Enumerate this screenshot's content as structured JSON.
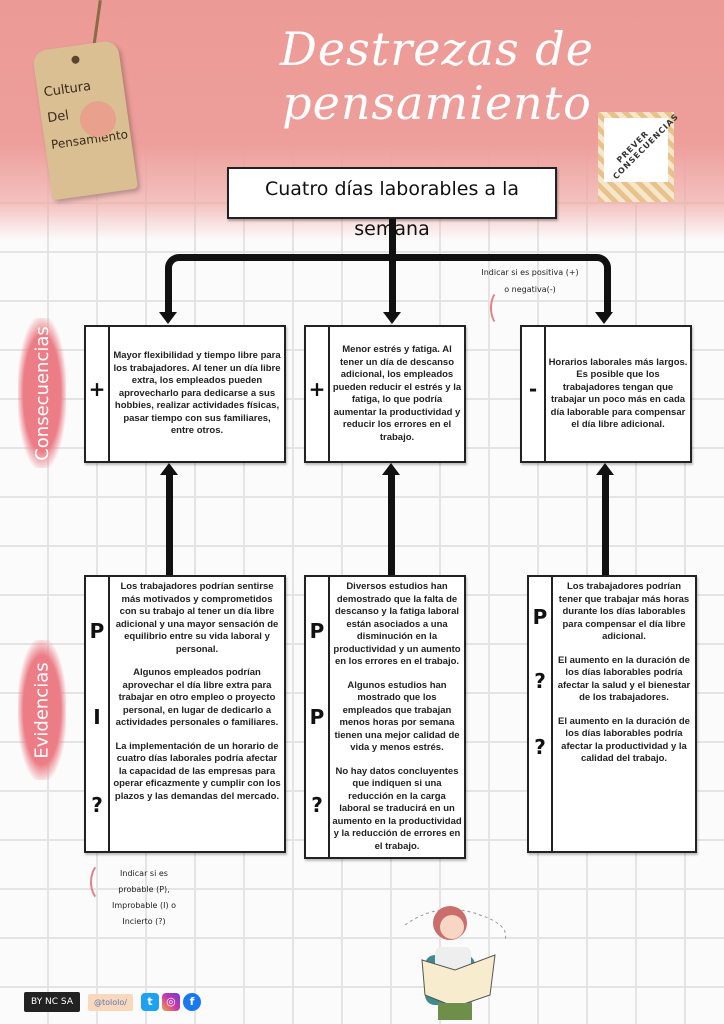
{
  "header": {
    "title": "Destrezas de pensamiento",
    "tag_lines": [
      "Cultura",
      "Del",
      "Pensamiento"
    ],
    "skill_label": "PREVER CONSECUENCIAS"
  },
  "topic": "Cuatro días laborables a la semana",
  "side_labels": {
    "consequences": "Consecuencias",
    "evidence": "Evidencias"
  },
  "notes": {
    "sign_hint": [
      "Indicar si es positiva (+)",
      "o negativa(-)"
    ],
    "probability_hint": [
      "Indicar si es",
      "probable (P),",
      "Improbable (I) o",
      "Incierto (?)"
    ]
  },
  "consequences": [
    {
      "sign": "+",
      "text": "Mayor flexibilidad y tiempo libre para los trabajadores. Al tener un día libre extra, los empleados pueden aprovecharlo para dedicarse a sus hobbies, realizar actividades físicas, pasar tiempo con sus familiares, entre otros."
    },
    {
      "sign": "+",
      "text": "Menor estrés y fatiga. Al tener un día de descanso adicional, los empleados pueden reducir el estrés y la fatiga, lo que podría aumentar la productividad y reducir los errores en el trabajo."
    },
    {
      "sign": "-",
      "text": "Horarios laborales más largos. Es posible que los trabajadores tengan que trabajar un poco más en cada día laborable para compensar el día libre adicional."
    }
  ],
  "evidence": [
    [
      {
        "mark": "P",
        "text": "Los trabajadores podrían sentirse más motivados y comprometidos con su trabajo al tener un día libre adicional y una mayor sensación de equilibrio entre su vida laboral y personal."
      },
      {
        "mark": "I",
        "text": "Algunos empleados podrían aprovechar el día libre extra para trabajar en otro empleo o proyecto personal, en lugar de dedicarlo a actividades personales o familiares."
      },
      {
        "mark": "?",
        "text": "La implementación de un horario de cuatro días laborales podría afectar la capacidad de las empresas para operar eficazmente y cumplir con los plazos y las demandas del mercado."
      }
    ],
    [
      {
        "mark": "P",
        "text": "Diversos estudios han demostrado que la falta de descanso y la fatiga laboral están asociados a una disminución en la productividad y un aumento en los errores en el trabajo."
      },
      {
        "mark": "P",
        "text": "Algunos estudios han mostrado que los empleados que trabajan menos horas por semana tienen una mejor calidad de vida y menos estrés."
      },
      {
        "mark": "?",
        "text": "No hay datos concluyentes que indiquen si una reducción en la carga laboral se traducirá en un aumento en la productividad y la reducción de errores en el trabajo."
      }
    ],
    [
      {
        "mark": "P",
        "text": "Los trabajadores podrían tener que trabajar más horas durante los días laborables para compensar el día libre adicional."
      },
      {
        "mark": "?",
        "text": "El aumento en la duración de los días laborables podría afectar la salud y el bienestar de los trabajadores."
      },
      {
        "mark": "?",
        "text": "El aumento en la duración de los días laborables podría afectar la productividad y la calidad del trabajo."
      }
    ]
  ],
  "footer": {
    "license": "BY NC SA",
    "handle": "@tololo/",
    "social": [
      "twitter",
      "instagram",
      "facebook"
    ]
  }
}
